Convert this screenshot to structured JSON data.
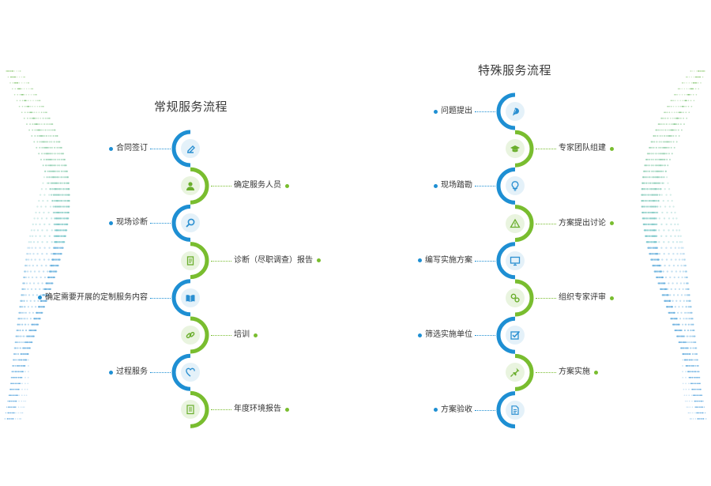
{
  "colors": {
    "blue": "#1e8fd3",
    "green": "#79bd2f",
    "icon_blue": "#2a8fd1",
    "icon_green": "#6aae2c"
  },
  "flows": [
    {
      "title": "常规服务流程",
      "steps": [
        {
          "label": "合同签订",
          "side": "left",
          "color": "blue",
          "icon": "edit-icon"
        },
        {
          "label": "确定服务人员",
          "side": "right",
          "color": "green",
          "icon": "person-icon"
        },
        {
          "label": "现场诊断",
          "side": "left",
          "color": "blue",
          "icon": "search-icon"
        },
        {
          "label": "诊断（尽职调查）报告",
          "side": "right",
          "color": "green",
          "icon": "document-stack-icon"
        },
        {
          "label": "确定需要开展的定制服务内容",
          "side": "left",
          "color": "blue",
          "icon": "book-icon"
        },
        {
          "label": "培训",
          "side": "right",
          "color": "green",
          "icon": "link-icon"
        },
        {
          "label": "过程服务",
          "side": "left",
          "color": "blue",
          "icon": "heart-icon"
        },
        {
          "label": "年度环境报告",
          "side": "right",
          "color": "green",
          "icon": "report-icon"
        }
      ]
    },
    {
      "title": "特殊服务流程",
      "steps": [
        {
          "label": "问题提出",
          "side": "left",
          "color": "blue",
          "icon": "chat-bubble-icon"
        },
        {
          "label": "专家团队组建",
          "side": "right",
          "color": "green",
          "icon": "graduation-cap-icon"
        },
        {
          "label": "现场踏勘",
          "side": "left",
          "color": "blue",
          "icon": "lightbulb-icon"
        },
        {
          "label": "方案提出讨论",
          "side": "right",
          "color": "green",
          "icon": "warning-triangle-icon"
        },
        {
          "label": "编写实施方案",
          "side": "left",
          "color": "blue",
          "icon": "monitor-icon"
        },
        {
          "label": "组织专家评审",
          "side": "right",
          "color": "green",
          "icon": "gears-icon"
        },
        {
          "label": "筛选实施单位",
          "side": "left",
          "color": "blue",
          "icon": "checkbox-icon"
        },
        {
          "label": "方案实施",
          "side": "right",
          "color": "green",
          "icon": "pin-icon"
        },
        {
          "label": "方案验收",
          "side": "left",
          "color": "blue",
          "icon": "file-icon"
        }
      ]
    }
  ]
}
